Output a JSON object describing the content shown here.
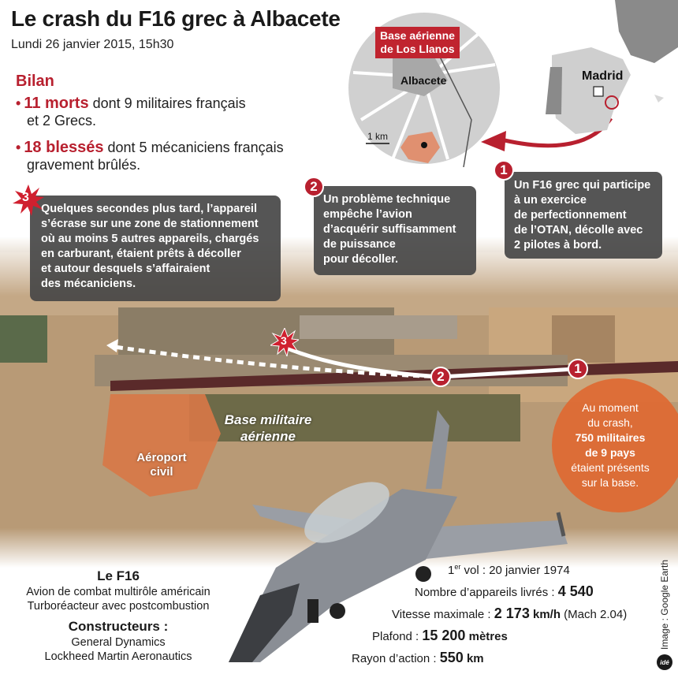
{
  "header": {
    "title": "Le crash du F16 grec à Albacete",
    "subtitle": "Lundi 26 janvier 2015, 15h30"
  },
  "bilan": {
    "title": "Bilan",
    "items": [
      {
        "highlight": "11 morts",
        "text": " dont 9 militaires français",
        "continuation": "et 2 Grecs."
      },
      {
        "highlight": "18 blessés",
        "text": " dont 5 mécaniciens français",
        "continuation": "gravement brûlés."
      }
    ]
  },
  "locator_map": {
    "base_label_line1": "Base aérienne",
    "base_label_line2": "de Los Llanos",
    "city": "Albacete",
    "scale": "1 km",
    "capital": "Madrid"
  },
  "steps": [
    {
      "number": "1",
      "lines": [
        "Un F16 grec qui participe",
        "à un exercice",
        "de perfectionnement",
        "de l’OTAN,  décolle avec",
        "2 pilotes à bord."
      ]
    },
    {
      "number": "2",
      "lines": [
        "Un problème technique",
        "empêche l’avion",
        "d’acquérir suffisamment",
        "de puissance",
        "pour décoller."
      ]
    },
    {
      "number": "3",
      "lines": [
        "Quelques secondes plus tard,  l’appareil",
        "s’écrase sur une zone de stationnement",
        "où au moins  5 autres appareils, chargés",
        "en carburant, étaient prêts  à décoller",
        "et autour desquels  s’affairaient",
        "des mécaniciens."
      ]
    }
  ],
  "aerial_labels": {
    "base_militaire_1": "Base militaire",
    "base_militaire_2": "aérienne",
    "aeroport_1": "Aéroport",
    "aeroport_2": "civil"
  },
  "presence": {
    "lines": [
      "Au moment",
      "du crash,",
      "750 militaires",
      "de 9 pays",
      "étaient présents",
      "sur la base."
    ]
  },
  "f16": {
    "name": "Le F16",
    "desc1": "Avion de combat multirôle américain",
    "desc2": "Turboréacteur avec postcombustion",
    "makers_title": "Constructeurs :",
    "maker1": "General Dynamics",
    "maker2": "Lockheed Martin Aeronautics"
  },
  "specs": {
    "first_flight_prefix": "1",
    "first_flight_sup": "er",
    "first_flight_label": " vol : 20 janvier 1974",
    "delivered_label": "Nombre d’appareils livrés : ",
    "delivered_value": "4 540",
    "speed_label": "Vitesse maximale : ",
    "speed_value": "2 173",
    "speed_unit": " km/h",
    "speed_note": " (Mach 2.04)",
    "ceiling_label": "Plafond : ",
    "ceiling_value": "15 200",
    "ceiling_unit": " mètres",
    "range_label": "Rayon d’action : ",
    "range_value": "550",
    "range_unit": " km"
  },
  "credit": "Image : Google Earth",
  "logo": "idé",
  "colors": {
    "accent_red": "#b8202f",
    "callout_bg": "#464646",
    "orange": "#de6932"
  }
}
